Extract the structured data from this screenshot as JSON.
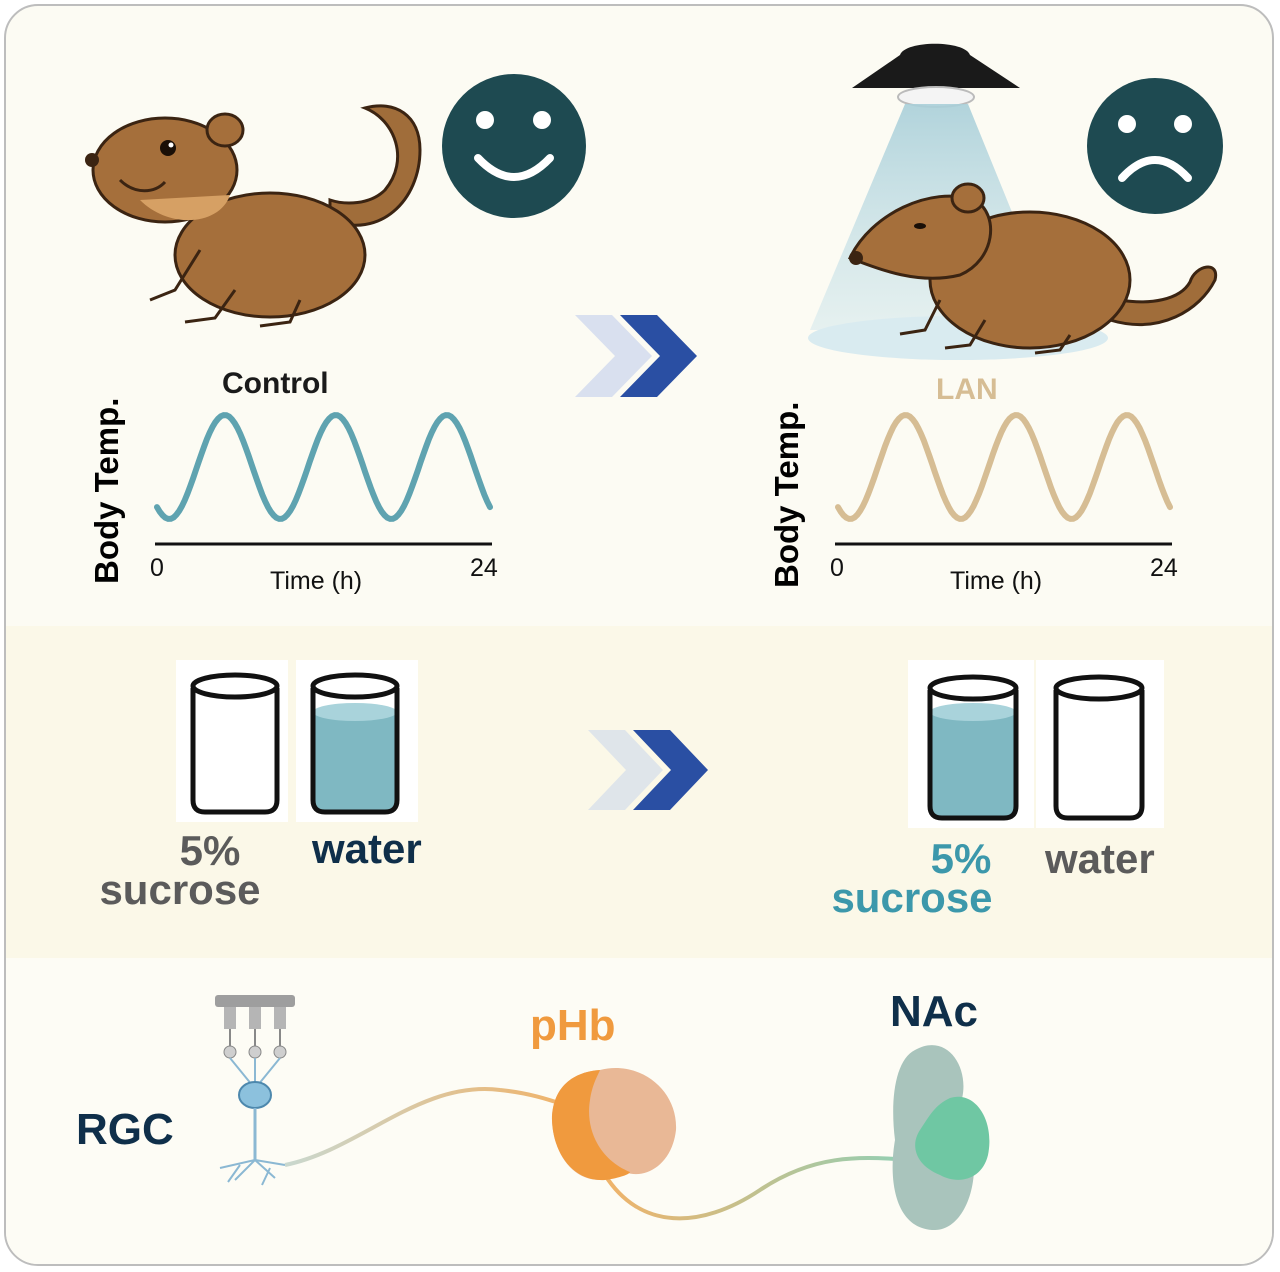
{
  "colors": {
    "control_wave": "#5fa3b0",
    "lan_wave": "#d6bd94",
    "face": "#1e4a51",
    "chevron_dark": "#2a4fa3",
    "chevron_light": "#d9e0ef",
    "water_fill": "#7fb8c2",
    "phb": "#f09a3e",
    "nac_shell": "#a9c4bc",
    "nac_core": "#6fc7a3",
    "navy": "#0f2f4a",
    "gray_text": "#5b5b5b",
    "teal_text": "#3c98ab"
  },
  "top": {
    "control": {
      "mood": "happy-face-icon",
      "condition_label": "Control",
      "y_label": "Body Temp.",
      "x_label": "Time (h)",
      "x_min": "0",
      "x_max": "24"
    },
    "lan": {
      "mood": "sad-face-icon",
      "condition_label": "LAN",
      "y_label": "Body Temp.",
      "x_label": "Time (h)",
      "x_min": "0",
      "x_max": "24"
    }
  },
  "middle": {
    "control": {
      "sucrose_line1": "5%",
      "sucrose_line2": "sucrose",
      "water": "water",
      "preferred": "water"
    },
    "lan": {
      "sucrose_line1": "5%",
      "sucrose_line2": "sucrose",
      "water": "water",
      "preferred": "sucrose"
    }
  },
  "bottom": {
    "rgc": "RGC",
    "phb": "pHb",
    "nac": "NAc"
  }
}
